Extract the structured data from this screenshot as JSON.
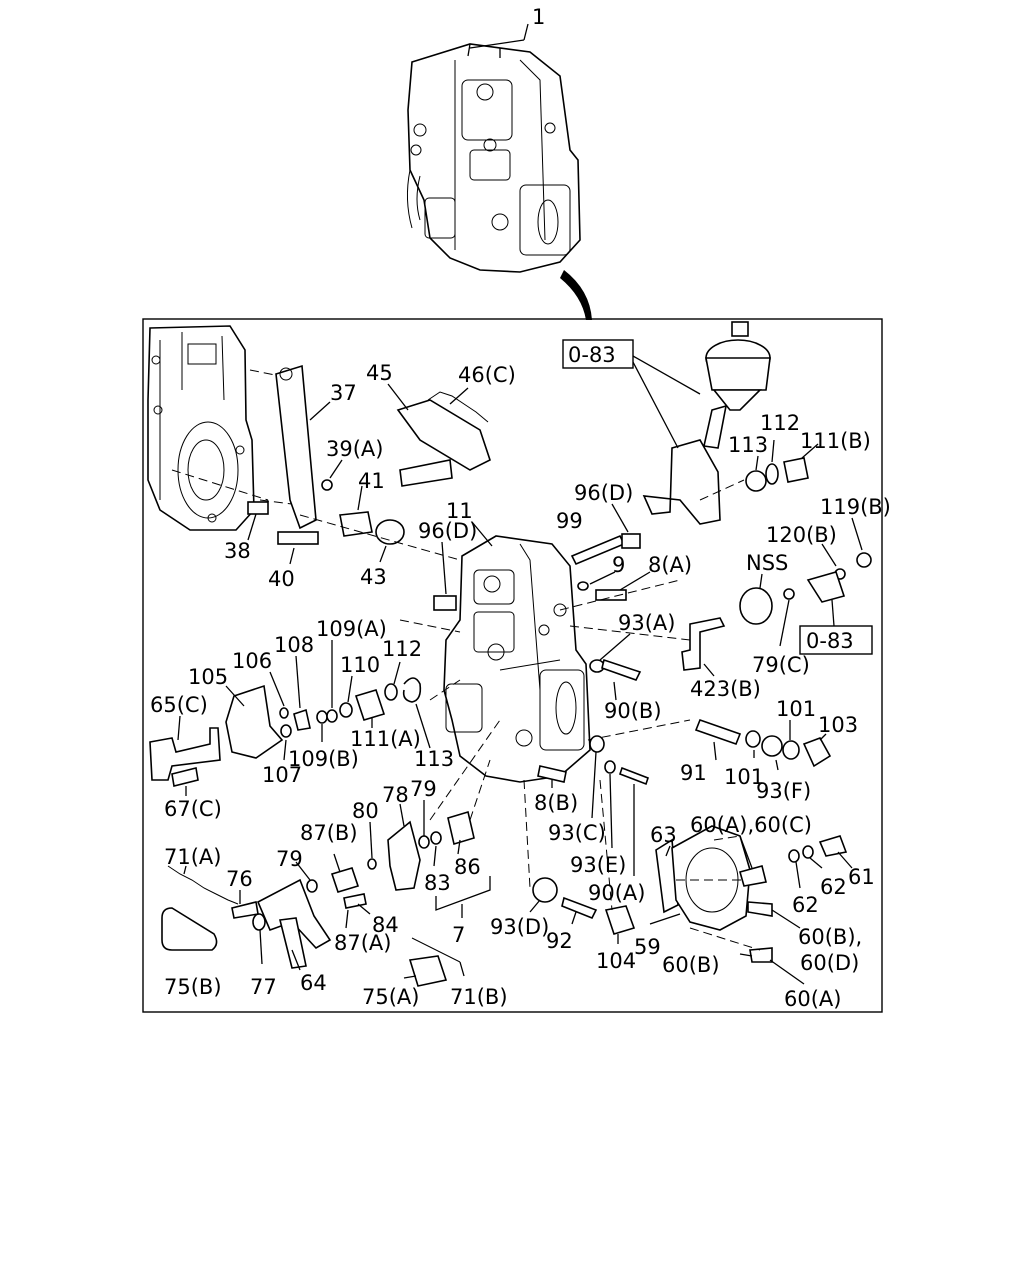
{
  "labels": {
    "top_assembly": "1",
    "l37": "37",
    "l45": "45",
    "l46c": "46(C)",
    "l39a": "39(A)",
    "l41": "41",
    "l38": "38",
    "l40": "40",
    "l43": "43",
    "l11": "11",
    "l96d_a": "96(D)",
    "l99": "99",
    "l96d_b": "96(D)",
    "l9": "9",
    "l8a": "8(A)",
    "ref_top": "0-83",
    "l112_top": "112",
    "l113_top": "113",
    "l111b": "111(B)",
    "l119b": "119(B)",
    "l120b": "120(B)",
    "nss": "NSS",
    "ref_side": "0-83",
    "l79c": "79(C)",
    "l93a": "93(A)",
    "l423b": "423(B)",
    "l90b": "90(B)",
    "l101a": "101",
    "l103": "103",
    "l91": "91",
    "l101b": "101",
    "l93f": "93(F)",
    "l65c": "65(C)",
    "l105": "105",
    "l106": "106",
    "l108": "108",
    "l109a": "109(A)",
    "l110": "110",
    "l112_mid": "112",
    "l111a": "111(A)",
    "l113_mid": "113",
    "l109b": "109(B)",
    "l107": "107",
    "l67c": "67(C)",
    "l8b": "8(B)",
    "l93c": "93(C)",
    "l93e": "93(E)",
    "l90a": "90(A)",
    "l63": "63",
    "l60ac": "60(A),60(C)",
    "l61": "61",
    "l62a": "62",
    "l62b": "62",
    "l60bd": "60(B),",
    "l60d": "60(D)",
    "l60b": "60(B)",
    "l60a": "60(A)",
    "l59": "59",
    "l104": "104",
    "l92": "92",
    "l93d": "93(D)",
    "l7": "7",
    "l80": "80",
    "l78": "78",
    "l79_top": "79",
    "l87b": "87(B)",
    "l79": "79",
    "l86": "86",
    "l83": "83",
    "l84": "84",
    "l87a": "87(A)",
    "l71a": "71(A)",
    "l76": "76",
    "l75b": "75(B)",
    "l77": "77",
    "l64": "64",
    "l75a": "75(A)",
    "l71b": "71(B)"
  }
}
